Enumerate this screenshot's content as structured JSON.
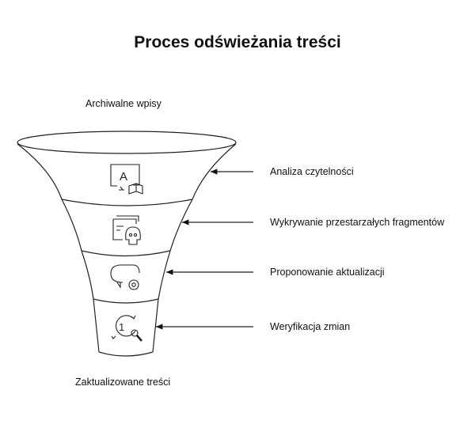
{
  "title": "Proces odświeżania treści",
  "top_label": "Archiwalne wpisy",
  "bottom_label": "Zaktualizowane treści",
  "stages": [
    {
      "label": "Analiza czytelności",
      "icon": "text-reading-icon"
    },
    {
      "label": "Wykrywanie przestarzałych fragmentów",
      "icon": "document-skull-icon"
    },
    {
      "label": "Proponowanie aktualizacji",
      "icon": "chat-gear-icon"
    },
    {
      "label": "Weryfikacja zmian",
      "icon": "refresh-search-icon"
    }
  ]
}
